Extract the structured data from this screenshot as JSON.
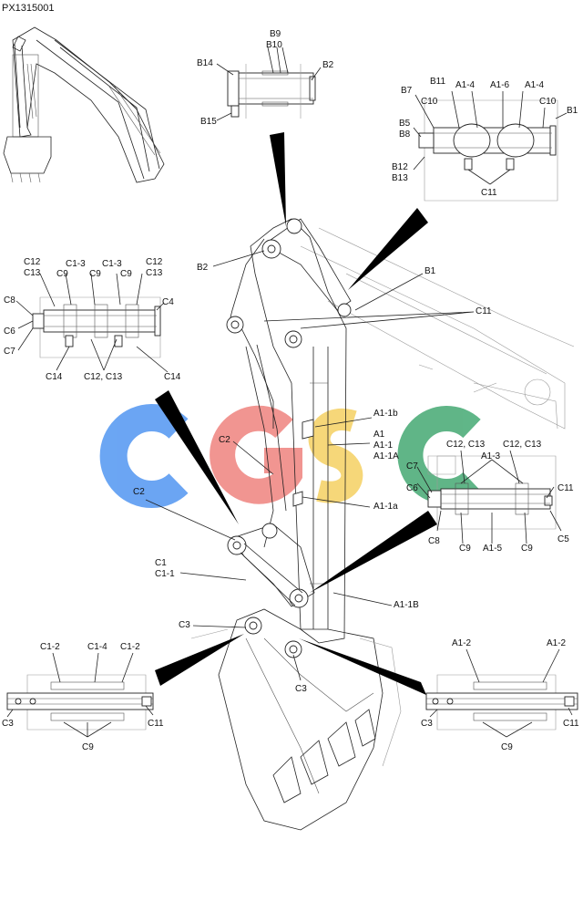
{
  "figure_ref": "PX1315001",
  "watermark": {
    "text": "CGSC",
    "colors": [
      "#5b9cf2",
      "#f08a86",
      "#f6d36b",
      "#4fae7b"
    ]
  },
  "labels": {
    "top_detail": [
      "B9",
      "B10",
      "B14",
      "B2",
      "B15"
    ],
    "right_top_detail": [
      "B11",
      "A1-4",
      "A1-6",
      "A1-4",
      "B7",
      "C10",
      "C10",
      "B1",
      "B5",
      "B8",
      "B12",
      "B13",
      "C11"
    ],
    "left_detail": [
      "C12",
      "C13",
      "C1-3",
      "C1-3",
      "C12",
      "C13",
      "C9",
      "C9",
      "C9",
      "C8",
      "C4",
      "C6",
      "C7",
      "C14",
      "C12, C13",
      "C14"
    ],
    "main": [
      "B2",
      "B1",
      "C11",
      "A1-1b",
      "A1",
      "A1-1",
      "A1-1A",
      "C2",
      "C2",
      "A1-1a",
      "C1",
      "C1-1",
      "A1-1B",
      "C3",
      "C3"
    ],
    "right_mid_detail": [
      "C12, C13",
      "C12, C13",
      "A1-3",
      "C7",
      "C6",
      "C11",
      "C8",
      "C9",
      "A1-5",
      "C9",
      "C5"
    ],
    "bottom_left_detail": [
      "C1-2",
      "C1-4",
      "C1-2",
      "C3",
      "C9",
      "C11"
    ],
    "bottom_right_detail": [
      "A1-2",
      "A1-2",
      "C3",
      "C9",
      "C11"
    ]
  }
}
